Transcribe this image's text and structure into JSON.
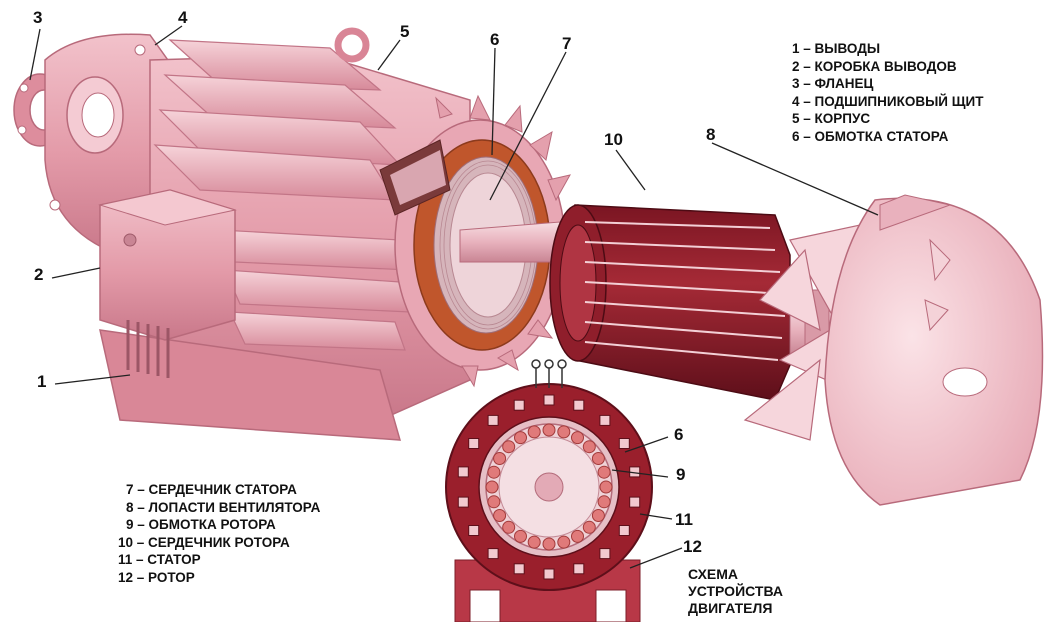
{
  "legend_top": [
    "1 – ВЫВОДЫ",
    "2 – КОРОБКА ВЫВОДОВ",
    "3 – ФЛАНЕЦ",
    "4 – ПОДШИПНИКОВЫЙ ЩИТ",
    "5 – КОРПУС",
    "6 – ОБМОТКА СТАТОРА"
  ],
  "legend_bottom": [
    "7 – СЕРДЕЧНИК СТАТОРА",
    "8 – ЛОПАСТИ ВЕНТИЛЯТОРА",
    "9 – ОБМОТКА РОТОРА",
    "10 – СЕРДЕЧНИК РОТОРА",
    "11 – СТАТОР",
    "12 – РОТОР"
  ],
  "scheme_caption": [
    "СХЕМА",
    "УСТРОЙСТВА",
    "ДВИГАТЕЛЯ"
  ],
  "callouts": {
    "c1": "1",
    "c2": "2",
    "c3": "3",
    "c4": "4",
    "c5": "5",
    "c6": "6",
    "c7": "7",
    "c8": "8",
    "c9": "9",
    "c10": "10",
    "c11": "11",
    "c12": "12"
  },
  "colors": {
    "housing": "#e39aa8",
    "housing_dark": "#c46f82",
    "housing_light": "#f3c6cf",
    "rotor_core": "#9a1f2c",
    "rotor_core_dark": "#6e1220",
    "winding": "#c0562c",
    "leader": "#222222"
  }
}
